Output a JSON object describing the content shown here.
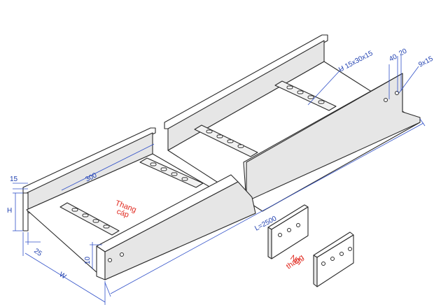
{
  "labels": {
    "h15": "15",
    "h_dim": "H",
    "d300": "300",
    "thang_cap_1": "Thang",
    "thang_cap_2": "cáp",
    "d25": "25",
    "d10": "10",
    "w_dim": "W",
    "length": "L=2500",
    "u_profile": "U 15x30x15",
    "d40": "40",
    "d20": "20",
    "slot": "9x15",
    "noi_thang_1": "Nối",
    "noi_thang_2": "thang"
  },
  "colors": {
    "dimension": "#2040b0",
    "callout": "#e0281e",
    "line": "#2a2a2a"
  }
}
